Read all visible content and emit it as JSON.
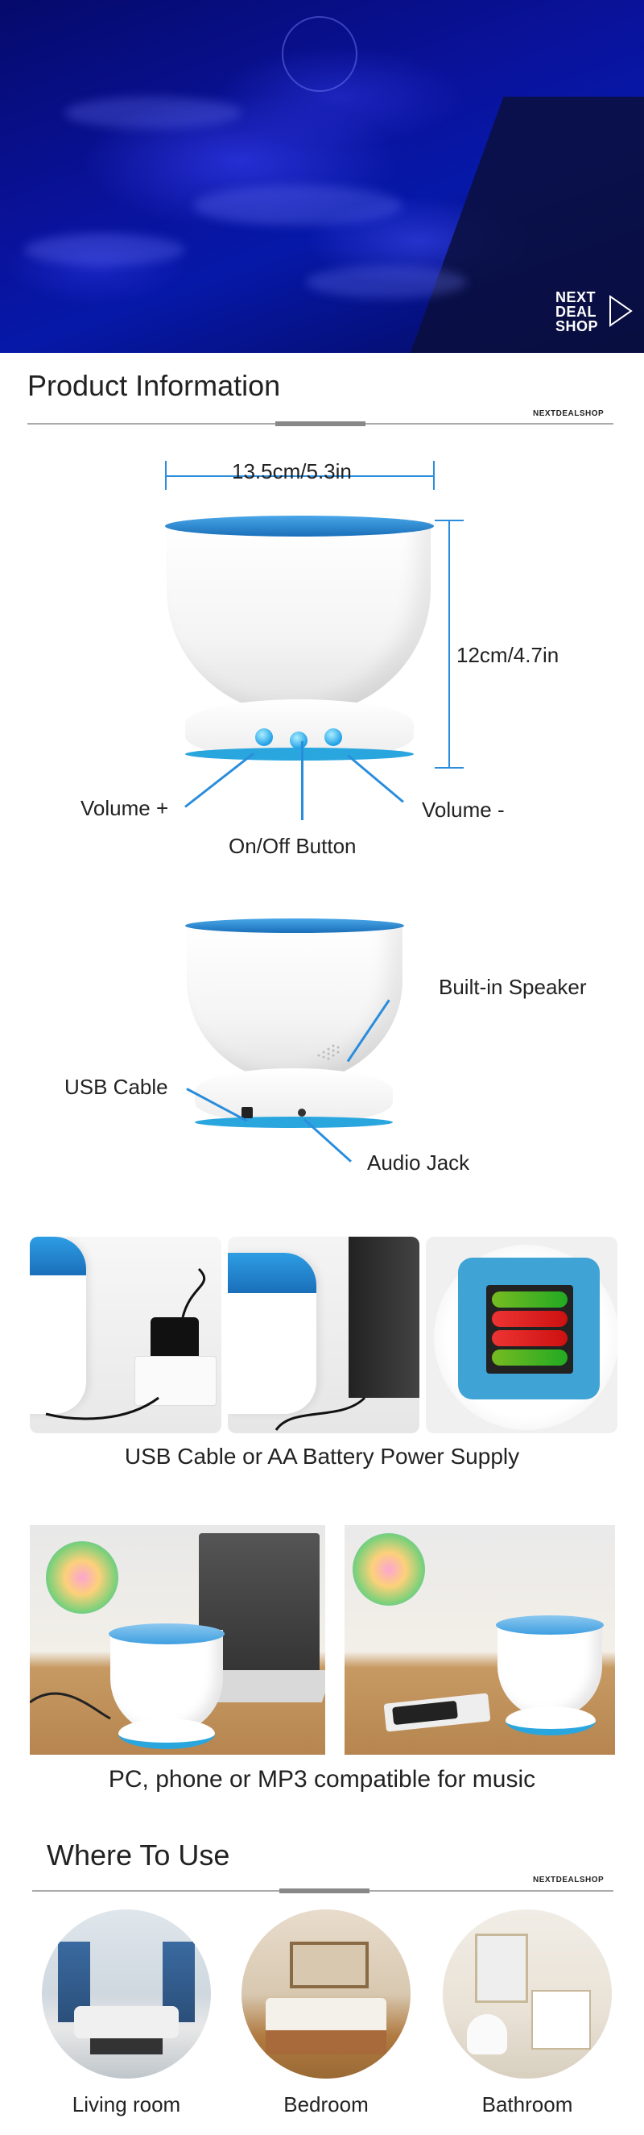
{
  "brand": {
    "logo_lines": [
      "NEXT",
      "DEAL",
      "SHOP"
    ],
    "small": "NEXTDEALSHOP"
  },
  "product_info": {
    "title": "Product Information",
    "width_dim": "13.5cm/5.3in",
    "height_dim": "12cm/4.7in",
    "volume_plus": "Volume +",
    "on_off": "On/Off Button",
    "volume_minus": "Volume -",
    "builtin_speaker": "Built-in Speaker",
    "usb_cable": "USB Cable",
    "audio_jack": "Audio Jack"
  },
  "power": {
    "caption": "USB Cable or AA Battery Power Supply"
  },
  "music": {
    "caption": "PC, phone or MP3 compatible for music"
  },
  "where": {
    "title": "Where To Use",
    "rooms": [
      "Living room",
      "Bedroom",
      "Bathroom"
    ]
  },
  "colors": {
    "accent_blue": "#2a8ddc",
    "rim_blue": "#1a6fb9",
    "hero_blue": "#0a129a"
  }
}
